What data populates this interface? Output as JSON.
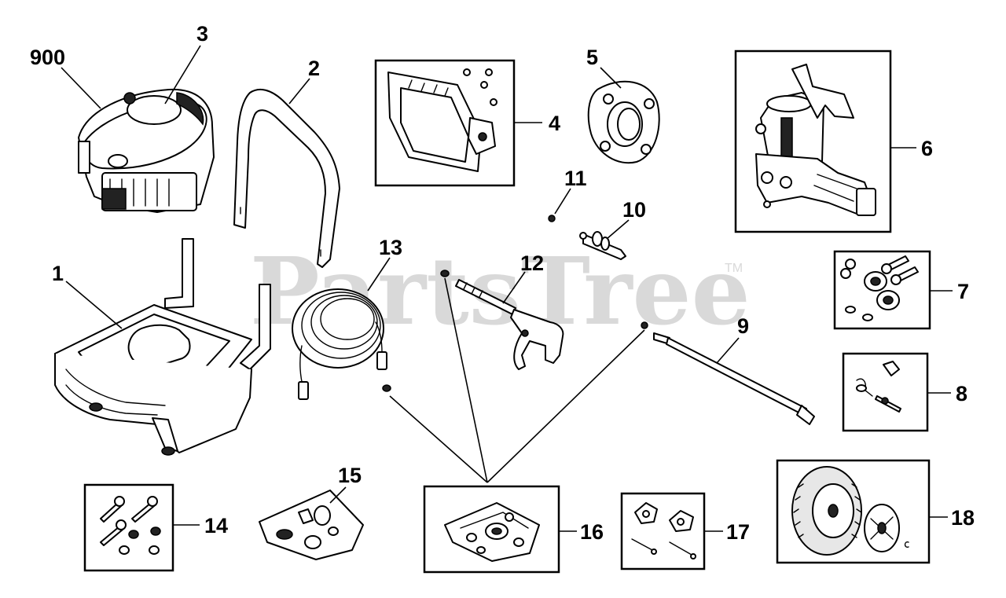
{
  "watermark": {
    "text": "PartsTree",
    "trademark": "TM"
  },
  "callouts": {
    "c900": "900",
    "c3": "3",
    "c2": "2",
    "c4": "4",
    "c5": "5",
    "c6": "6",
    "c1": "1",
    "c11": "11",
    "c10": "10",
    "c13": "13",
    "c12": "12",
    "c7": "7",
    "c9": "9",
    "c8": "8",
    "c15": "15",
    "c14": "14",
    "c16": "16",
    "c17": "17",
    "c18": "18"
  }
}
